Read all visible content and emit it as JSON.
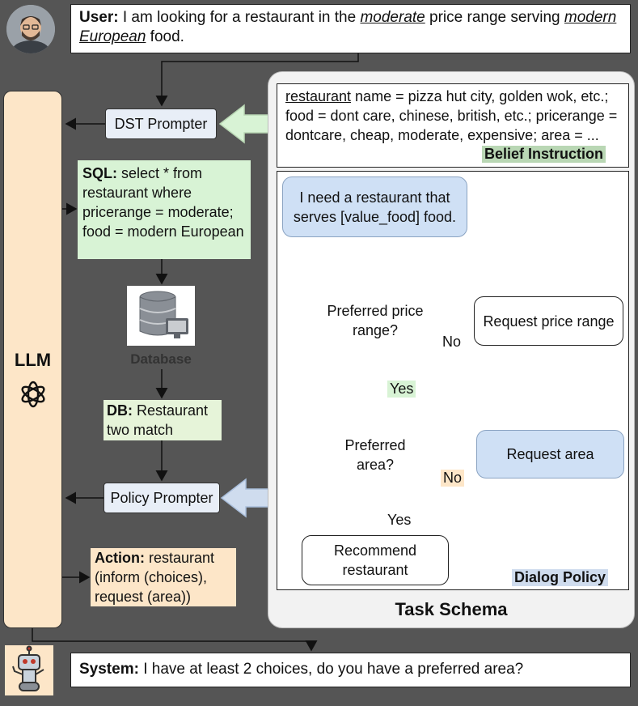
{
  "user": {
    "label": "User:",
    "text_part1": " I am looking for a restaurant in the ",
    "moderate": "moderate",
    "text_part2": " price range serving ",
    "modern_european": "modern European",
    "text_part3": " food."
  },
  "llm": {
    "label": "LLM"
  },
  "dst_prompter": "DST Prompter",
  "policy_prompter": "Policy Prompter",
  "sql": {
    "label": "SQL:",
    "text": " select * from restaurant where pricerange = moderate; food = modern European"
  },
  "database": {
    "label": "Database"
  },
  "db_result": {
    "label": "DB:",
    "text": " Restaurant two match"
  },
  "action": {
    "label": "Action:",
    "text": " restaurant (inform (choices), request (area))"
  },
  "belief": {
    "underlined": "restaurant",
    "text": " name = pizza hut city, golden wok, etc.; food = dont care, chinese, british, etc.; pricerange = dontcare, cheap, moderate, expensive; area =  ...",
    "tag": "Belief Instruction"
  },
  "dialog_policy": {
    "start": "I need a restaurant that serves [value_food] food.",
    "decision1": "Preferred price range?",
    "decision2": "Preferred area?",
    "request_price": "Request price range",
    "request_area": "Request area",
    "recommend": "Recommend restaurant",
    "yes1": "Yes",
    "no1": "No",
    "no2": "No",
    "yes2": "Yes",
    "tag": "Dialog Policy"
  },
  "task_schema": "Task Schema",
  "system": {
    "label": "System:",
    "text": " I have at least 2 choices, do you have a preferred area?"
  },
  "colors": {
    "background": "#555555",
    "llm_fill": "#fde6c8",
    "sql_fill": "#d8f3d5",
    "node_fill": "#cfe0f5",
    "belief_tag": "#b9d7b4",
    "policy_tag": "#cfdcee"
  }
}
